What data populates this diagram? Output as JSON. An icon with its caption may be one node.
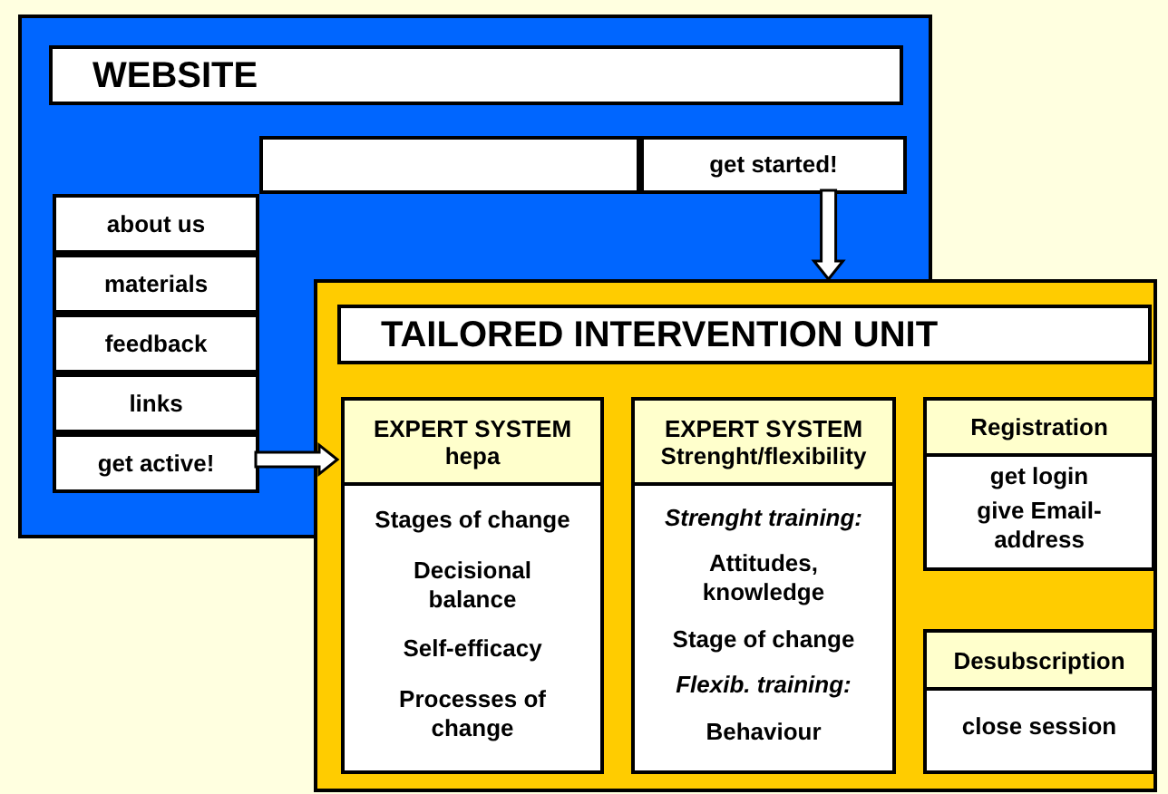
{
  "diagram": {
    "nodes": [
      {
        "text": [
          "WEBSITE"
        ]
      },
      {
        "text": [],
        "shape": "box",
        "in": 0
      },
      {
        "text": [
          "get started!"
        ],
        "in": 0
      },
      {
        "text": [
          "about us"
        ],
        "in": 0
      },
      {
        "text": [
          "materials"
        ],
        "in": 0
      },
      {
        "text": [
          "feedback"
        ],
        "in": 0
      },
      {
        "text": [
          "links"
        ],
        "in": 0
      },
      {
        "text": [
          "get active!"
        ],
        "in": 0
      },
      {
        "text": [
          "TAILORED INTERVENTION UNIT"
        ]
      },
      {
        "text": [
          "EXPERT SYSTEM hepa",
          "Stages of change",
          "Decisional balance",
          "Self-efficacy",
          "Processes of change"
        ],
        "in": 8
      },
      {
        "text": [
          "EXPERT SYSTEM Strenght/flexibility",
          "*Strenght training:*",
          "Attitudes, knowledge",
          "Stage of change",
          "*Flexib. training:*",
          "Behaviour"
        ],
        "in": 8
      },
      {
        "text": [
          "Registration",
          "get login",
          "give Email-address"
        ],
        "in": 8
      },
      {
        "text": [
          "Desubscription",
          "close session"
        ],
        "in": 8
      }
    ],
    "edges": [
      {
        "from": 2,
        "to": 8,
        "arrow": "to"
      },
      {
        "from": 7,
        "to": 9,
        "arrow": "to"
      }
    ]
  }
}
